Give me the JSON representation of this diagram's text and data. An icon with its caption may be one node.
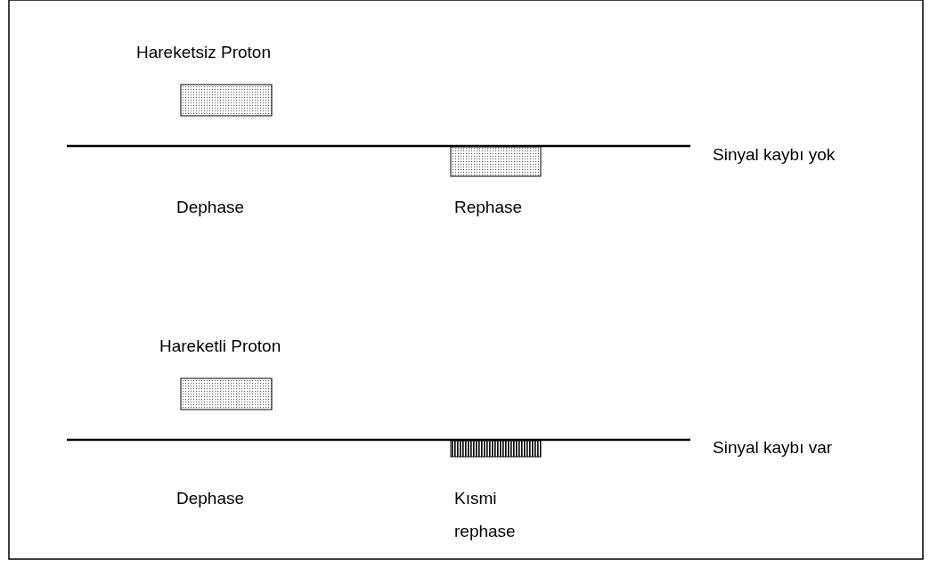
{
  "diagram": {
    "labels": [
      "Hareketsiz Proton",
      "Sinyal kaybı yok",
      "Dephase",
      "Rephase",
      "Hareketli Proton",
      "Sinyal kaybı var",
      "Dephase",
      "Kısmi rephase"
    ]
  }
}
